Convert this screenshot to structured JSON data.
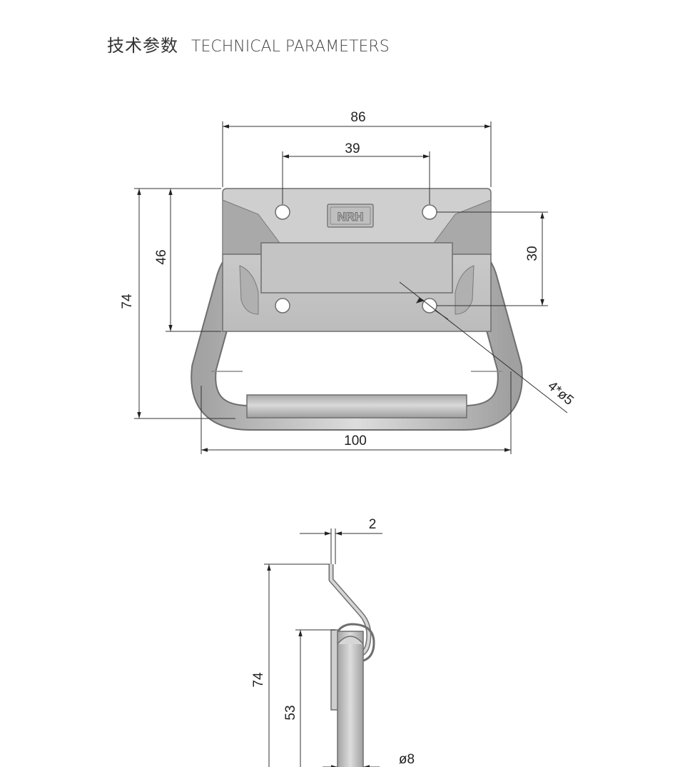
{
  "title": {
    "cn": "技术参数",
    "en": "TECHNICAL PARAMETERS"
  },
  "front_view": {
    "logo_text": "NRH",
    "dimensions": {
      "overall_width": "86",
      "hole_spacing_x": "39",
      "overall_height": "74",
      "plate_height": "46",
      "hole_spacing_y": "30",
      "hole_spec": "4*ø5",
      "handle_width": "100"
    }
  },
  "side_view": {
    "dimensions": {
      "thickness": "2",
      "overall_height": "74",
      "handle_height": "53",
      "rod_diameter": "ø8"
    }
  },
  "colors": {
    "metal_light": "#d2d2d2",
    "metal_mid": "#bdbdbd",
    "metal_dark": "#a6a6a6",
    "outline": "#6e6e6e",
    "dimension_line": "#333333"
  }
}
